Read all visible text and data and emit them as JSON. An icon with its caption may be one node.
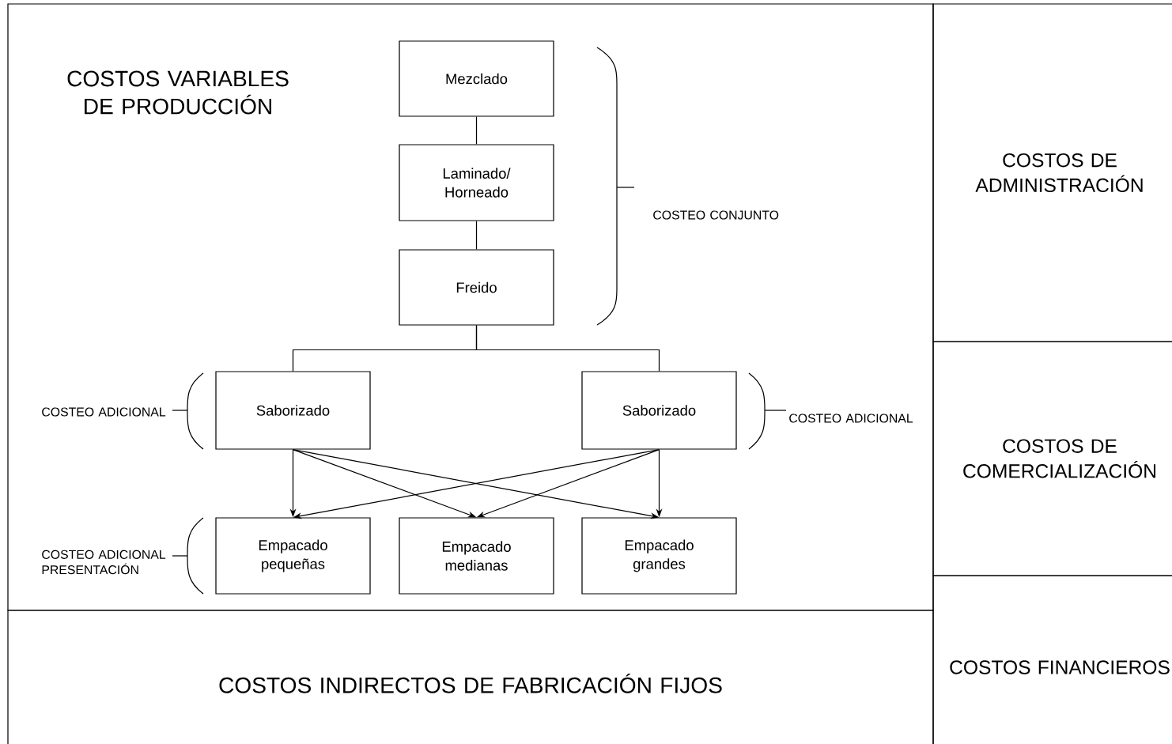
{
  "diagram": {
    "nodes": [
      {
        "text": [
          "COSTOS VARIABLES DE PRODUCCIÓN"
        ]
      },
      {
        "text": [
          "Mezclado"
        ],
        "in": 0
      },
      {
        "text": [
          "Laminado/ Horneado"
        ],
        "in": 0
      },
      {
        "text": [
          "Freido"
        ],
        "in": 0
      },
      {
        "text": [
          "Saborizado"
        ],
        "in": 0
      },
      {
        "text": [
          "Saborizado"
        ],
        "in": 0
      },
      {
        "text": [
          "Empacado pequeñas"
        ],
        "in": 0
      },
      {
        "text": [
          "Empacado medianas"
        ],
        "in": 0
      },
      {
        "text": [
          "Empacado grandes"
        ],
        "in": 0
      },
      {
        "text": [
          "COSTOS INDIRECTOS DE FABRICACIÓN FIJOS"
        ]
      },
      {
        "text": [
          "COSTOS DE ADMINISTRACIÓN"
        ]
      },
      {
        "text": [
          "COSTOS DE COMERCIALIZACIÓN"
        ]
      },
      {
        "text": [
          "COSTOS FINANCIEROS"
        ]
      }
    ],
    "edges": [
      {
        "from": 1,
        "to": 2,
        "arrow": "none"
      },
      {
        "from": 2,
        "to": 3,
        "arrow": "none"
      },
      {
        "from": 3,
        "to": 4,
        "arrow": "none"
      },
      {
        "from": 3,
        "to": 5,
        "arrow": "none"
      },
      {
        "from": 4,
        "to": 6,
        "arrow": "to"
      },
      {
        "from": 4,
        "to": 7,
        "arrow": "to"
      },
      {
        "from": 4,
        "to": 8,
        "arrow": "to"
      },
      {
        "from": 5,
        "to": 6,
        "arrow": "to"
      },
      {
        "from": 5,
        "to": 7,
        "arrow": "to"
      },
      {
        "from": 5,
        "to": 8,
        "arrow": "to"
      }
    ],
    "labels": [
      "COSTEO CONJUNTO",
      "COSTEO ADICIONAL",
      "COSTEO ADICIONAL",
      "COSTEO ADICIONAL PRESENTACIÓN"
    ]
  }
}
